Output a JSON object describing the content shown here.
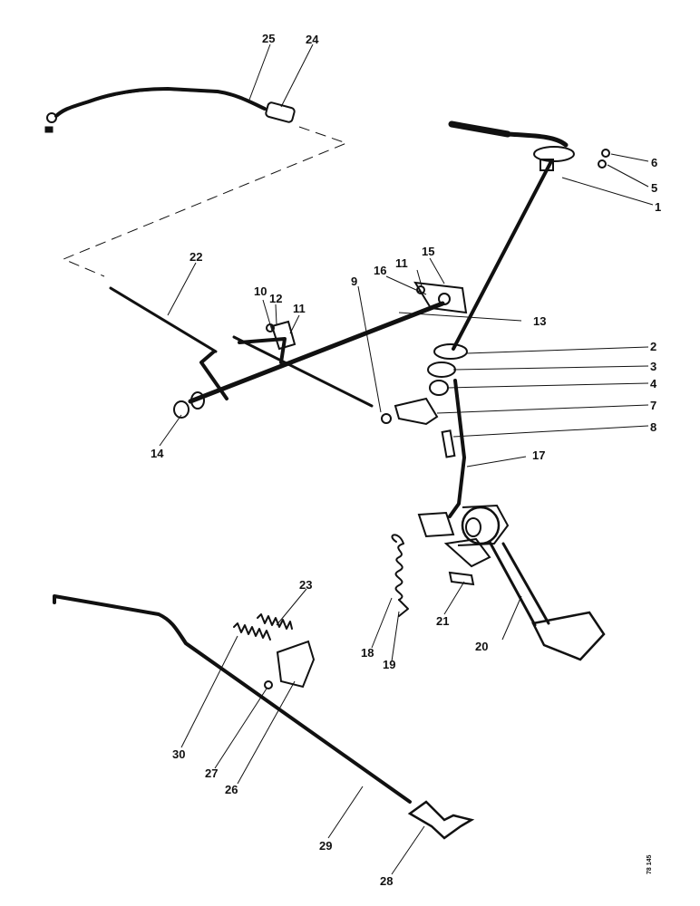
{
  "labels": [
    "1",
    "2",
    "3",
    "4",
    "5",
    "6",
    "7",
    "8",
    "9",
    "10",
    "11",
    "11",
    "12",
    "13",
    "14",
    "15",
    "16",
    "17",
    "18",
    "19",
    "20",
    "21",
    "22",
    "23",
    "24",
    "25",
    "26",
    "27",
    "28",
    "29",
    "30"
  ],
  "reference": "78 145"
}
